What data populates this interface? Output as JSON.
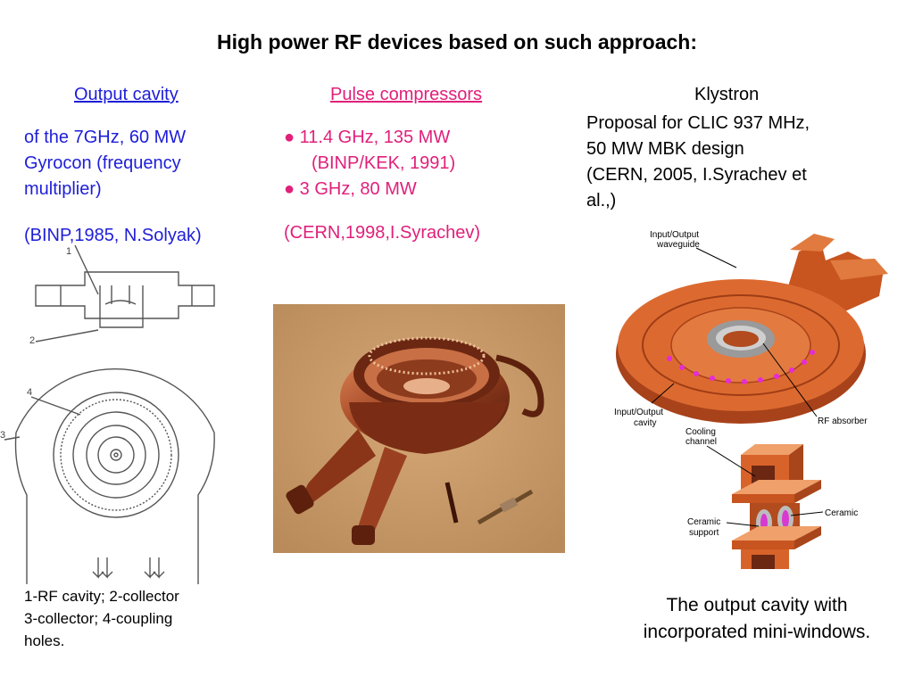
{
  "title": "High power RF devices based on such approach:",
  "col1": {
    "heading": "Output cavity",
    "line1": "of the 7GHz, 60 MW",
    "line2": "Gyrocon (frequency",
    "line3": "multiplier)",
    "ref": "(BINP,1985, N.Solyak)",
    "fig_labels": {
      "l1": "1",
      "l2": "2",
      "l3": "3",
      "l4": "4"
    },
    "caption1": "1-RF cavity; 2-collector",
    "caption2": "3-collector; 4-coupling",
    "caption3": "holes."
  },
  "col2": {
    "heading": "Pulse compressors",
    "b1": "● 11.4 GHz,  135 MW",
    "b1b": "(BINP/KEK, 1991)",
    "b2": "● 3 GHz, 80 MW",
    "ref": "(CERN,1998,I.Syrachev)"
  },
  "col3": {
    "heading": "Klystron",
    "line1": "Proposal for CLIC 937 MHz,",
    "line2": "50 MW MBK design",
    "line3": "(CERN, 2005, I.Syrachev et",
    "line4": "al.,)",
    "fig": {
      "io_wg1": "Input/Output",
      "io_wg2": "waveguide",
      "io_cav1": "Input/Output",
      "io_cav2": "cavity",
      "rf_abs": "RF absorber",
      "cool1": "Cooling",
      "cool2": "channel",
      "cer_sup1": "Ceramic",
      "cer_sup2": "support",
      "ceramic": "Ceramic"
    },
    "caption1": "The output cavity with",
    "caption2": "incorporated mini-windows."
  },
  "colors": {
    "blue": "#1e1ed8",
    "pink": "#e0207a",
    "copper": "#d8642a"
  }
}
